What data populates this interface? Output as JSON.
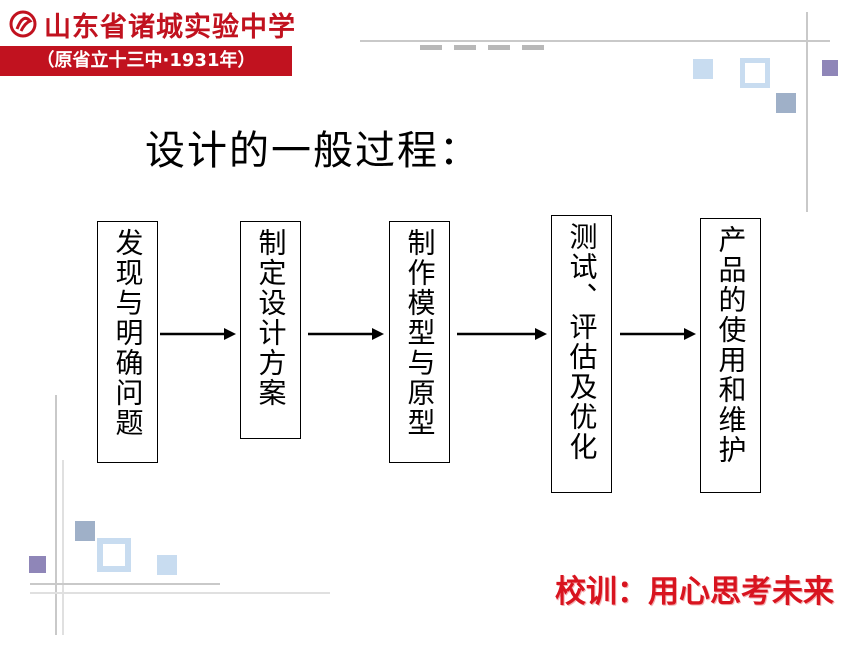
{
  "header": {
    "school_name": "山东省诸城实验中学",
    "subtitle": "（原省立十三中·1931年）"
  },
  "slide": {
    "title": "设计的一般过程："
  },
  "process": {
    "steps": [
      {
        "label": "发现与明确问题"
      },
      {
        "label": "制定设计方案"
      },
      {
        "label": "制作模型与原型"
      },
      {
        "label": "测试、评估及优化"
      },
      {
        "label": "产品的使用和维护"
      }
    ]
  },
  "footer": {
    "motto": "校训：用心思考未来"
  },
  "colors": {
    "brand_red": "#c1121f",
    "motto_red": "#d8141f",
    "decor_gray": "#c9c9c9",
    "square_blue_light": "#c8dcf0",
    "square_blue_mid": "#9fb0c8",
    "square_purple": "#8f86b8"
  }
}
